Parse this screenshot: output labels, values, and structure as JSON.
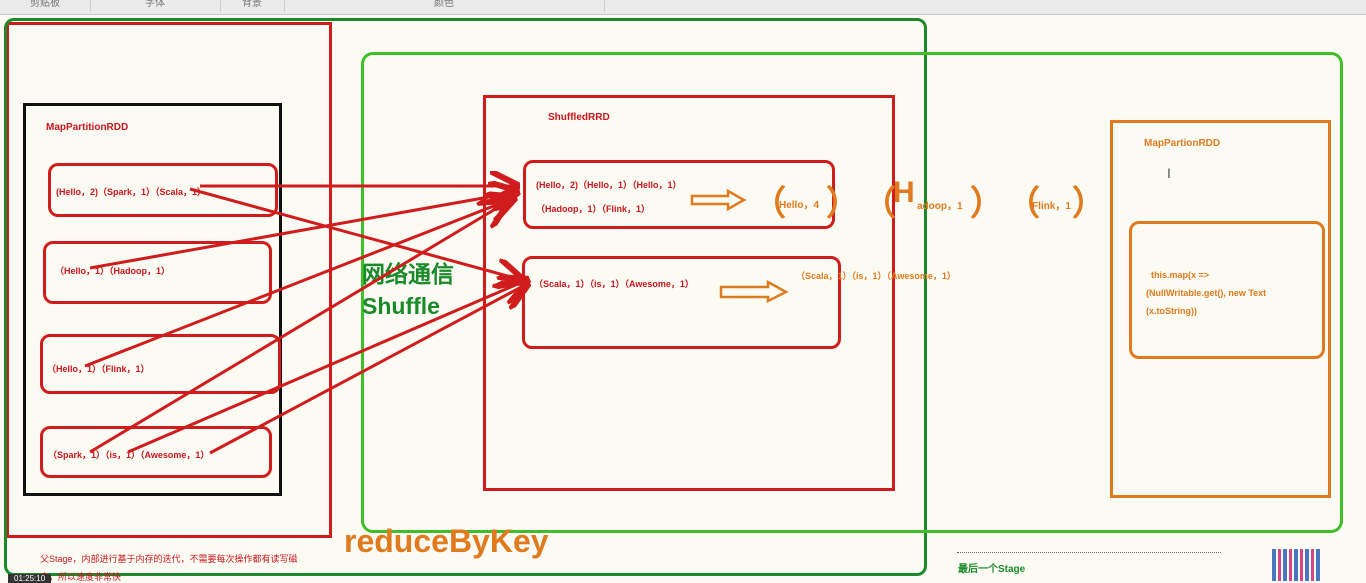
{
  "toolbar": {
    "groups": [
      "剪贴板",
      "字体",
      "背景",
      "颜色"
    ]
  },
  "diagram": {
    "map_partition_label": "MapPartitionRDD",
    "map_partitions": [
      "(Hello，2)（Spark，1）（Scala，1）",
      "（Hello，1）（Hadoop，1）",
      "（Hello，1）（Flink，1）",
      "（Spark，1）（is，1）（Awesome，1）"
    ],
    "shuffled_label": "ShuffledRRD",
    "shuffled_p1_line1": "(Hello，2)（Hello，1）（Hello，1）",
    "shuffled_p1_line2": "（Hadoop，1）（Flink，1）",
    "shuffled_p2": "（Scala，1）（is，1）（Awesome，1）",
    "result1": {
      "o1": "（",
      "hello": "Hello，4",
      "c1": "）",
      "o2": "（",
      "h": "H",
      "adoop": "adoop，1",
      "c2": "）",
      "o3": "（",
      "flink": "Flink，1",
      "c3": "）"
    },
    "result2": "（Scala，1）（is，1）（Awesome，1）",
    "network_label": "网络通信",
    "shuffle_label": "Shuffle",
    "reduce_label": "reduceByKey",
    "parent_stage_line1": "父Stage，内部进行基于内存的迭代，不需要每次操作都有读写磁",
    "parent_stage_line2": "盘，所以速度非常快",
    "last_stage_label": "最后一个Stage",
    "map_partion_rdd_label": "MapPartionRDD",
    "code_line1": "this.map(x =>",
    "code_line2": "(NullWritable.get(), new Text",
    "code_line3": "(x.toString))",
    "cursor_glyph": "I",
    "video_time": "01:25:10"
  }
}
